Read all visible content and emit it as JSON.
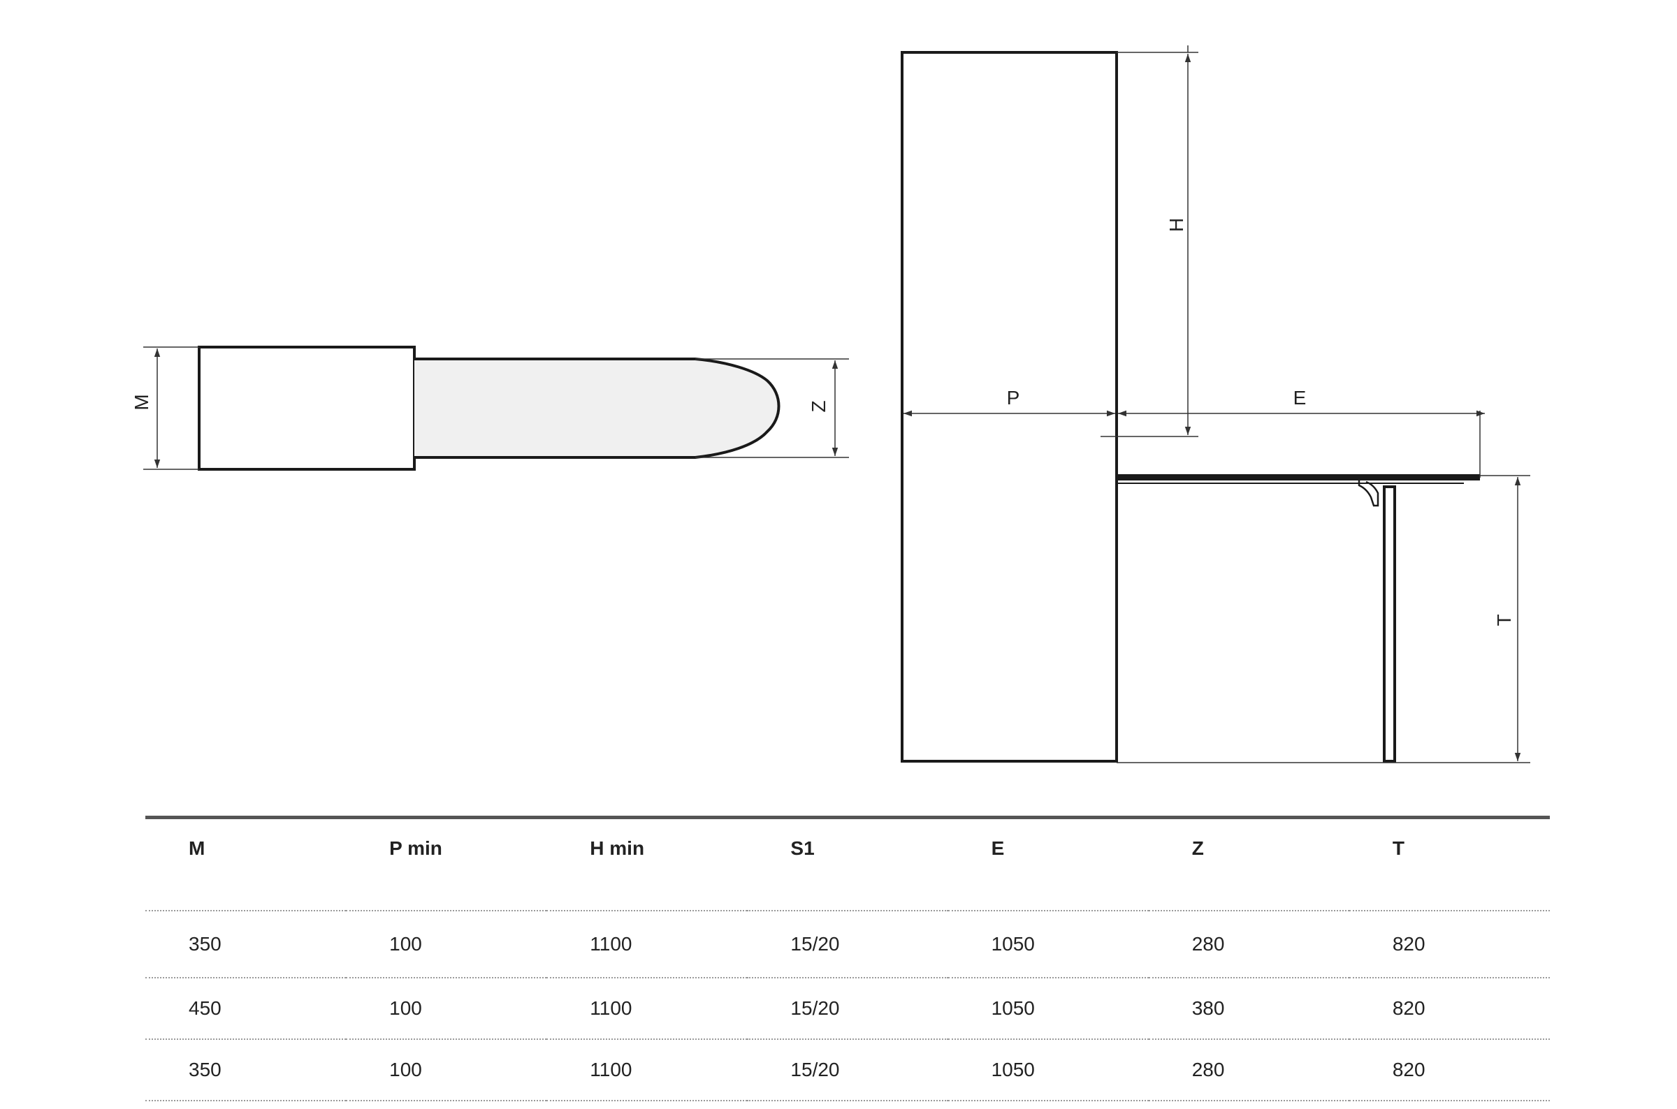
{
  "drawing": {
    "labels": {
      "M": "M",
      "Z": "Z",
      "P": "P",
      "E": "E",
      "H": "H",
      "T": "T"
    },
    "colors": {
      "line": "#1a1a1a",
      "board_fill": "#f0f0f0",
      "dimension": "#333333"
    }
  },
  "table": {
    "headers": [
      "M",
      "P min",
      "H min",
      "S1",
      "E",
      "Z",
      "T"
    ],
    "rows": [
      [
        "350",
        "100",
        "1100",
        "15/20",
        "1050",
        "280",
        "820"
      ],
      [
        "450",
        "100",
        "1100",
        "15/20",
        "1050",
        "380",
        "820"
      ],
      [
        "350",
        "100",
        "1100",
        "15/20",
        "1050",
        "280",
        "820"
      ]
    ]
  }
}
